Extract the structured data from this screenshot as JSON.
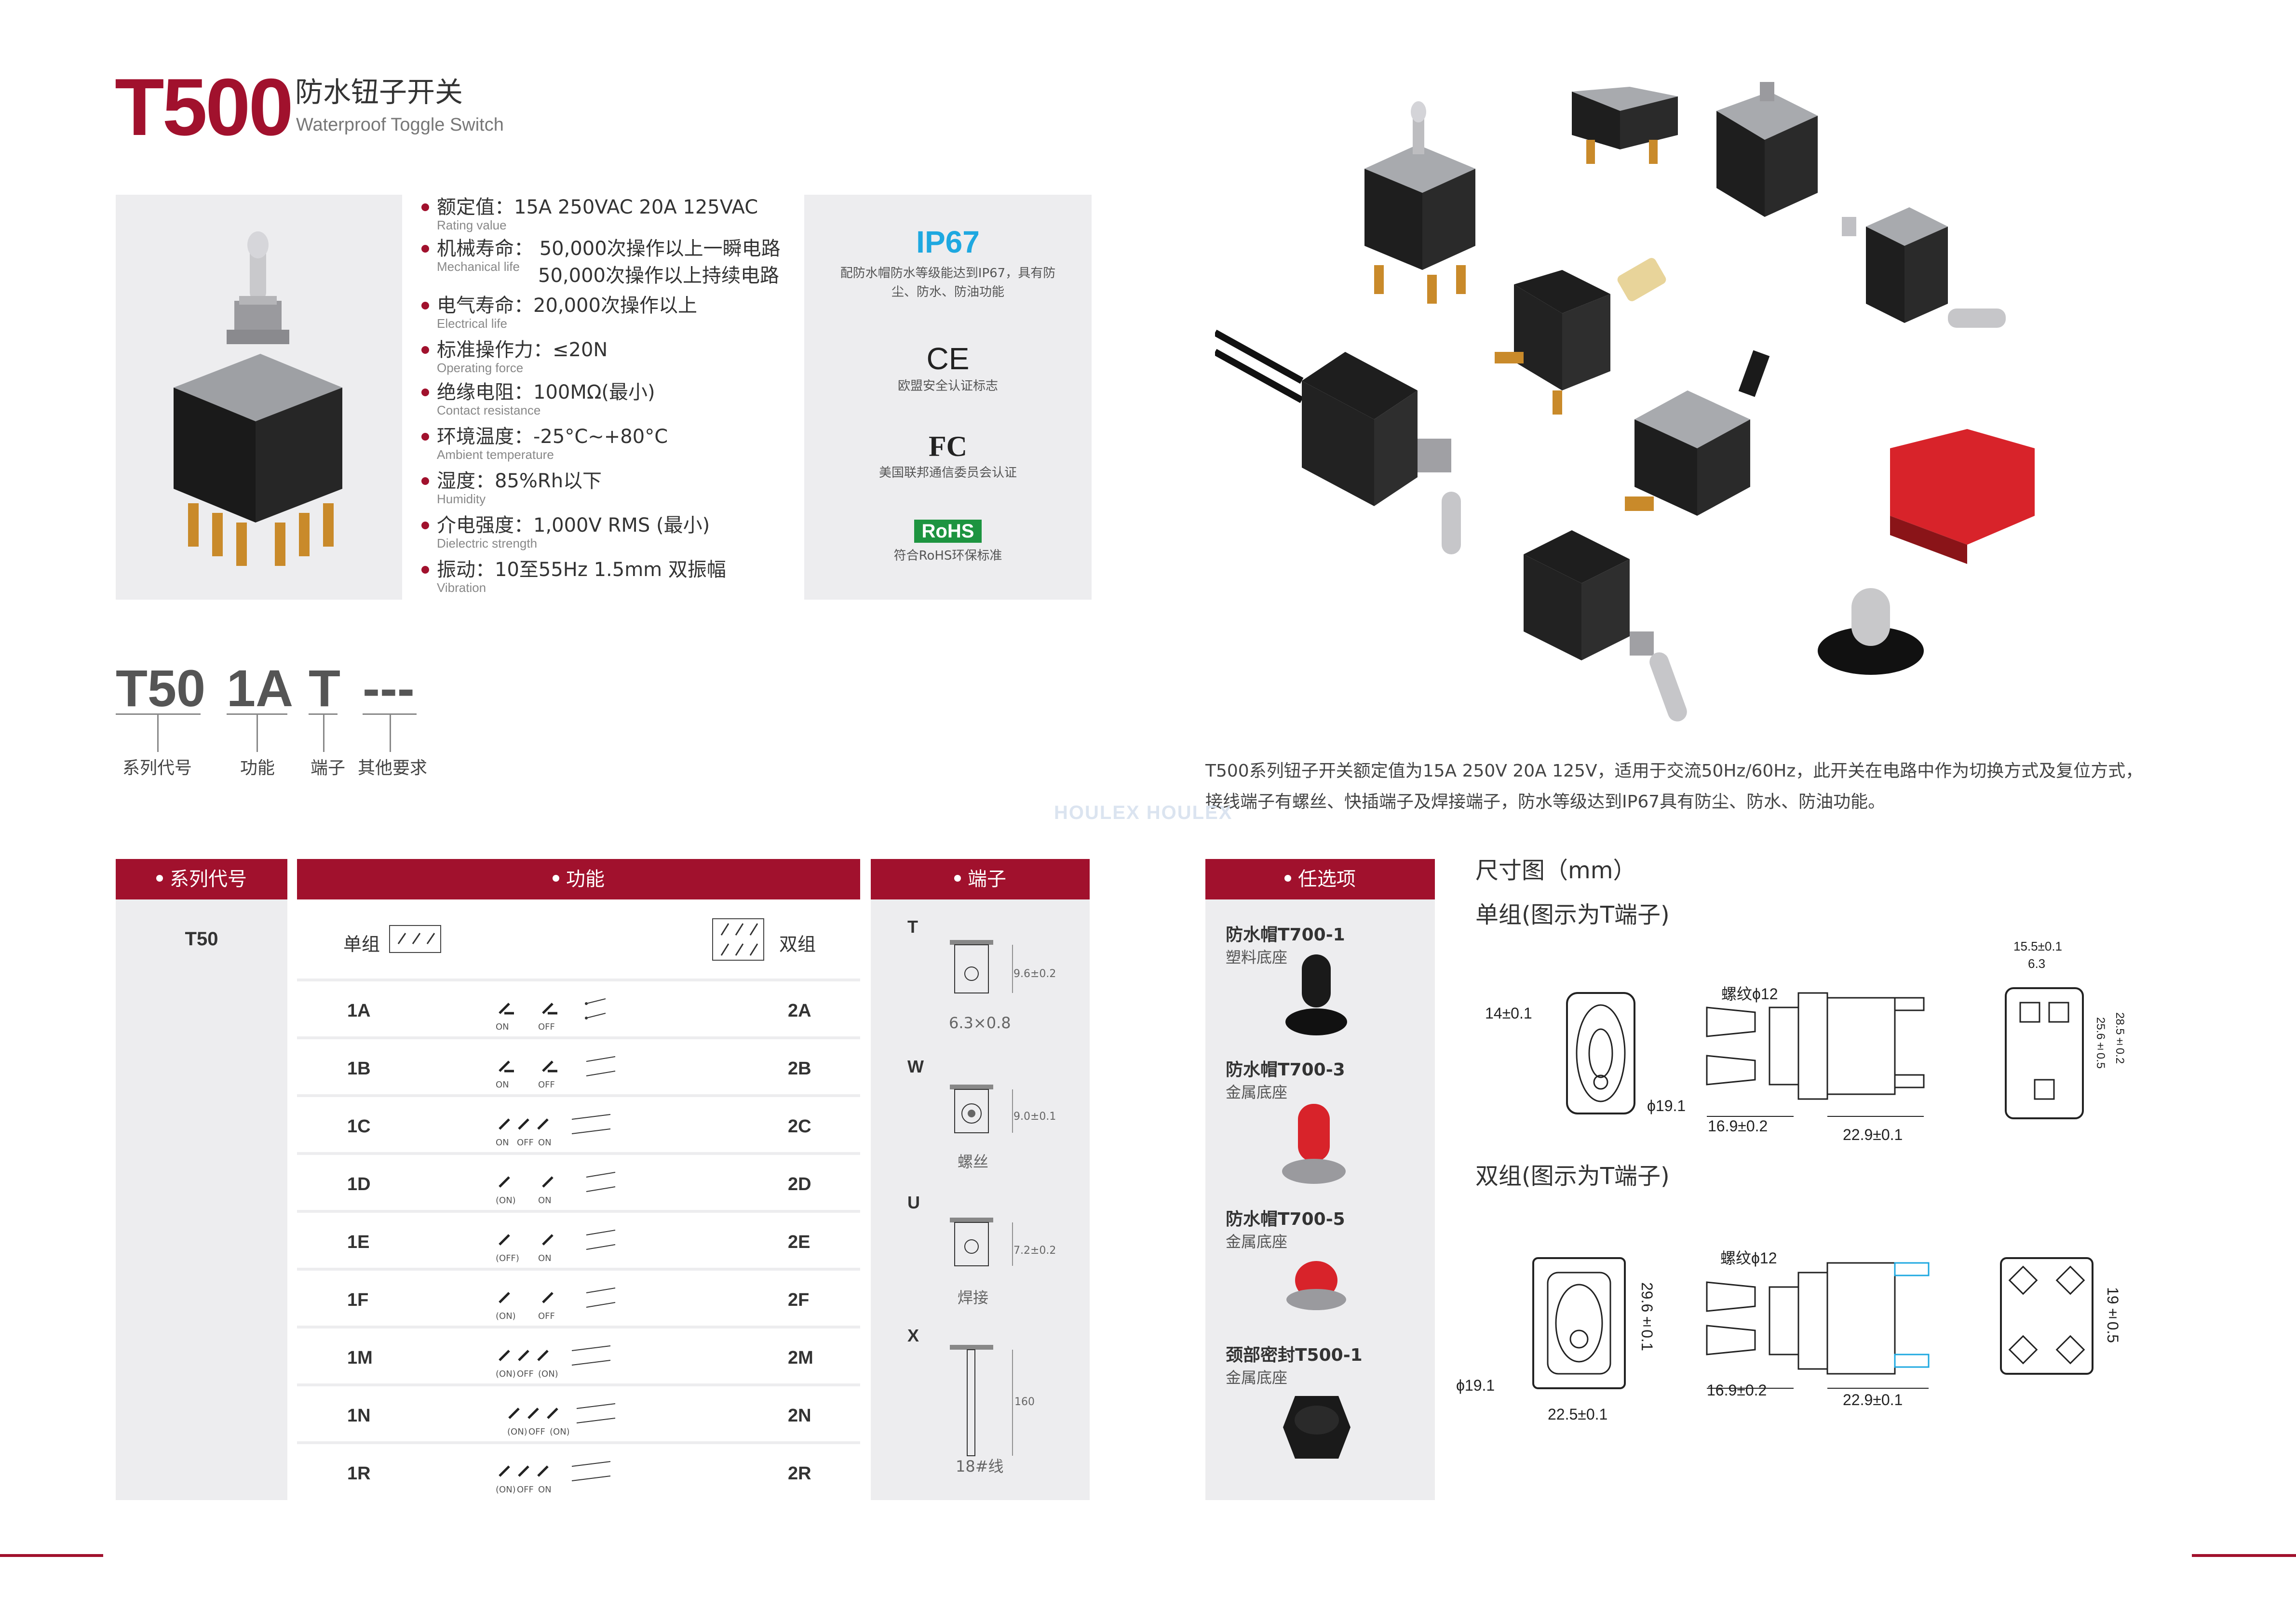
{
  "header": {
    "model": "T500",
    "title_cn": "防水钮子开关",
    "title_en": "Waterproof Toggle Switch"
  },
  "specs": [
    {
      "cn": "额定值：15A 250VAC  20A 125VAC",
      "en": "Rating value"
    },
    {
      "cn": "机械寿命：  50,000次操作以上一瞬电路",
      "en": "Mechanical life",
      "extra": "50,000次操作以上持续电路"
    },
    {
      "cn": "电气寿命：20,000次操作以上",
      "en": "Electrical life"
    },
    {
      "cn": "标准操作力：≤20N",
      "en": "Operating force"
    },
    {
      "cn": "绝缘电阻：100MΩ(最小)",
      "en": "Contact resistance"
    },
    {
      "cn": "环境温度：-25°C~+80°C",
      "en": "Ambient temperature"
    },
    {
      "cn": "湿度：85%Rh以下",
      "en": "Humidity"
    },
    {
      "cn": "介电强度：1,000V RMS (最小)",
      "en": "Dielectric strength"
    },
    {
      "cn": "振动：10至55Hz 1.5mm 双振幅",
      "en": "Vibration"
    }
  ],
  "certs": {
    "ip67": {
      "mark": "IP67",
      "label_1": "配防水帽防水等级能达到IP67，具有防",
      "label_2": "尘、防水、防油功能"
    },
    "ce": {
      "mark": "CE",
      "label": "欧盟安全认证标志"
    },
    "fc": {
      "mark": "FC",
      "label": "美国联邦通信委员会认证"
    },
    "rohs": {
      "mark": "RoHS",
      "label": "符合RoHS环保标准"
    }
  },
  "code": {
    "segments": [
      "T50",
      "1A",
      "T",
      "---"
    ],
    "labels": [
      "系列代号",
      "功能",
      "端子",
      "其他要求"
    ]
  },
  "description": {
    "line1": "T500系列钮子开关额定值为15A 250V 20A 125V，适用于交流50Hz/60Hz，此开关在电路中作为切换方式及复位方式，",
    "line2": "接线端子有螺丝、快插端子及焊接端子，防水等级达到IP67具有防尘、防水、防油功能。"
  },
  "watermark": "HOULEX HOULEX",
  "table": {
    "series_header": "系列代号",
    "series_value": "T50",
    "function_header": "功能",
    "single_label": "单组",
    "double_label": "双组",
    "rows": [
      {
        "single": "1A",
        "double": "2A",
        "states": [
          "ON",
          "OFF"
        ]
      },
      {
        "single": "1B",
        "double": "2B",
        "states": [
          "ON",
          "OFF"
        ]
      },
      {
        "single": "1C",
        "double": "2C",
        "states": [
          "ON",
          "OFF",
          "ON"
        ]
      },
      {
        "single": "1D",
        "double": "2D",
        "states": [
          "(ON)",
          "ON"
        ]
      },
      {
        "single": "1E",
        "double": "2E",
        "states": [
          "(OFF)",
          "ON"
        ]
      },
      {
        "single": "1F",
        "double": "2F",
        "states": [
          "(ON)",
          "OFF"
        ]
      },
      {
        "single": "1M",
        "double": "2M",
        "states": [
          "(ON)",
          "OFF",
          "(ON)"
        ]
      },
      {
        "single": "1N",
        "double": "2N",
        "states": [
          "(ON)",
          "OFF",
          "(ON)"
        ]
      },
      {
        "single": "1R",
        "double": "2R",
        "states": [
          "(ON)",
          "OFF",
          "ON"
        ]
      }
    ],
    "terminal_header": "端子",
    "terminals": [
      {
        "code": "T",
        "caption": "6.3×0.8",
        "dim": "9.6±0.2"
      },
      {
        "code": "W",
        "caption": "螺丝",
        "dim": "9.0±0.1"
      },
      {
        "code": "U",
        "caption": "焊接",
        "dim": "7.2±0.2"
      },
      {
        "code": "X",
        "caption": "18#线",
        "dim": "160"
      }
    ],
    "options_header": "任选项",
    "options": [
      {
        "name": "防水帽T700-1",
        "base": "塑料底座",
        "color": "#1a1a1a"
      },
      {
        "name": "防水帽T700-3",
        "base": "金属底座",
        "color": "#d8232a"
      },
      {
        "name": "防水帽T700-5",
        "base": "金属底座",
        "color": "#d8232a"
      },
      {
        "name": "颈部密封T500-1",
        "base": "金属底座",
        "color": "#1a1a1a"
      }
    ]
  },
  "dimensions": {
    "title": "尺寸图（mm）",
    "single_title": "单组(图示为T端子)",
    "double_title": "双组(图示为T端子)",
    "single": {
      "hex": "14±0.1",
      "bore": "ϕ19.1",
      "thread": "螺纹ϕ12",
      "len1": "16.9±0.2",
      "len2": "22.9±0.1",
      "w1": "15.5±0.1",
      "w2": "6.3",
      "h1": "25.6±0.5",
      "h2": "28.5±0.2"
    },
    "double": {
      "h": "29.6±0.1",
      "bore": "ϕ19.1",
      "w": "22.5±0.1",
      "thread": "螺纹ϕ12",
      "len1": "16.9±0.2",
      "len2": "22.9±0.1",
      "h2": "19±0.5"
    }
  },
  "colors": {
    "brand": "#a1112d",
    "panel": "#ededef",
    "ip67": "#1ea8e0",
    "rohs": "#1d9440"
  }
}
